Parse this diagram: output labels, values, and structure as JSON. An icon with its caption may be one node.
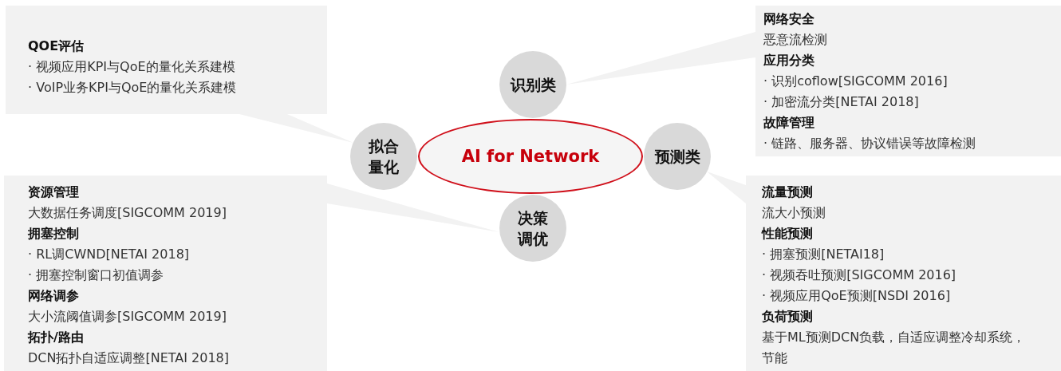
{
  "diagram": {
    "nodes": [
      {
        "text": [
          "AI for Network"
        ]
      },
      {
        "text": [
          "识别类"
        ]
      },
      {
        "text": [
          "预测类"
        ]
      },
      {
        "text": [
          "决策调优"
        ]
      },
      {
        "text": [
          "拟合量化"
        ]
      },
      {
        "text": [
          "QOE评估",
          "· 视频应用KPI与QoE的量化关系建模",
          "· VoIP业务KPI与QoE的量化关系建模"
        ]
      },
      {
        "text": [
          "网络安全",
          "恶意流检测",
          "应用分类",
          "· 识别coflow[SIGCOMM 2016]",
          "· 加密流分类[NETAI 2018]",
          "故障管理",
          "· 链路、服务器、协议错误等故障检测"
        ]
      },
      {
        "text": [
          "资源管理",
          "大数据任务调度[SIGCOMM 2019]",
          "拥塞控制",
          "· RL调CWND[NETAI 2018]",
          "· 拥塞控制窗口初值调参",
          "网络调参",
          "大小流阈值调参[SIGCOMM 2019]",
          "拓扑/路由",
          "DCN拓扑自适应调整[NETAI 2018]"
        ]
      },
      {
        "text": [
          "流量预测",
          "流大小预测",
          "性能预测",
          "· 拥塞预测[NETAI18]",
          "· 视频吞吐预测[SIGCOMM 2016]",
          "· 视频应用QoE预测[NSDI 2016]",
          "负荷预测",
          "基于ML预测DCN负载，自适应调整冷却系统，节能"
        ]
      }
    ],
    "edges": [
      {
        "from": 5,
        "to": 4,
        "arrow": "none"
      },
      {
        "from": 6,
        "to": 1,
        "arrow": "none"
      },
      {
        "from": 7,
        "to": 3,
        "arrow": "none"
      },
      {
        "from": 8,
        "to": 2,
        "arrow": "none"
      }
    ]
  }
}
